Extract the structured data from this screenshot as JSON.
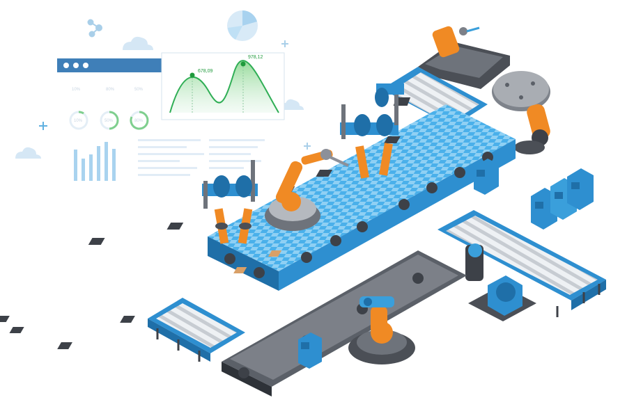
{
  "colors": {
    "blue": "#3a9fdb",
    "blue_light": "#8fd0f4",
    "blue_dark": "#1f6fa8",
    "orange": "#f08a24",
    "orange_dark": "#c96310",
    "grey": "#8c9099",
    "grey_dark": "#3d4148",
    "roller": "#d7dbe0",
    "green": "#27a745",
    "pale": "#e3eef8"
  },
  "dashboard": {
    "peak_label_1": "678,09",
    "peak_label_2": "978,12",
    "gauge_values": [
      "10%",
      "50%",
      "80%"
    ],
    "progress_labels": [
      "10%",
      "80%",
      "50%"
    ]
  }
}
